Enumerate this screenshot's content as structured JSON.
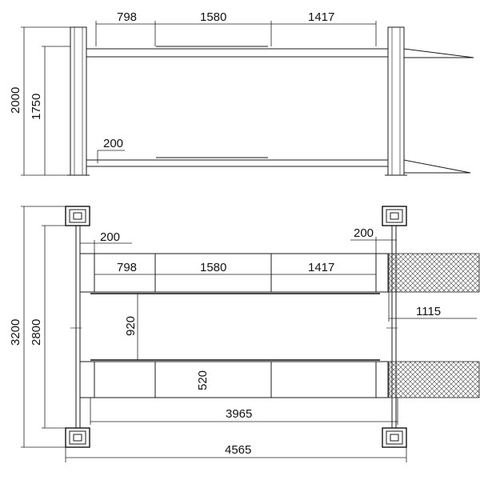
{
  "side_view": {
    "top_dims": [
      "798",
      "1580",
      "1417"
    ],
    "height_outer": "2000",
    "height_inner": "1750",
    "lower_dim": "200"
  },
  "plan_view": {
    "width_outer": "3200",
    "width_inner": "2800",
    "left_offset": "200",
    "right_offset": "200",
    "runway_dims": [
      "798",
      "1580",
      "1417"
    ],
    "gap": "920",
    "plate_width": "520",
    "ramp_length": "1115",
    "inner_length": "3965",
    "overall_length": "4565"
  },
  "colors": {
    "line": "#1a1a1a",
    "hatch": "#444444"
  }
}
